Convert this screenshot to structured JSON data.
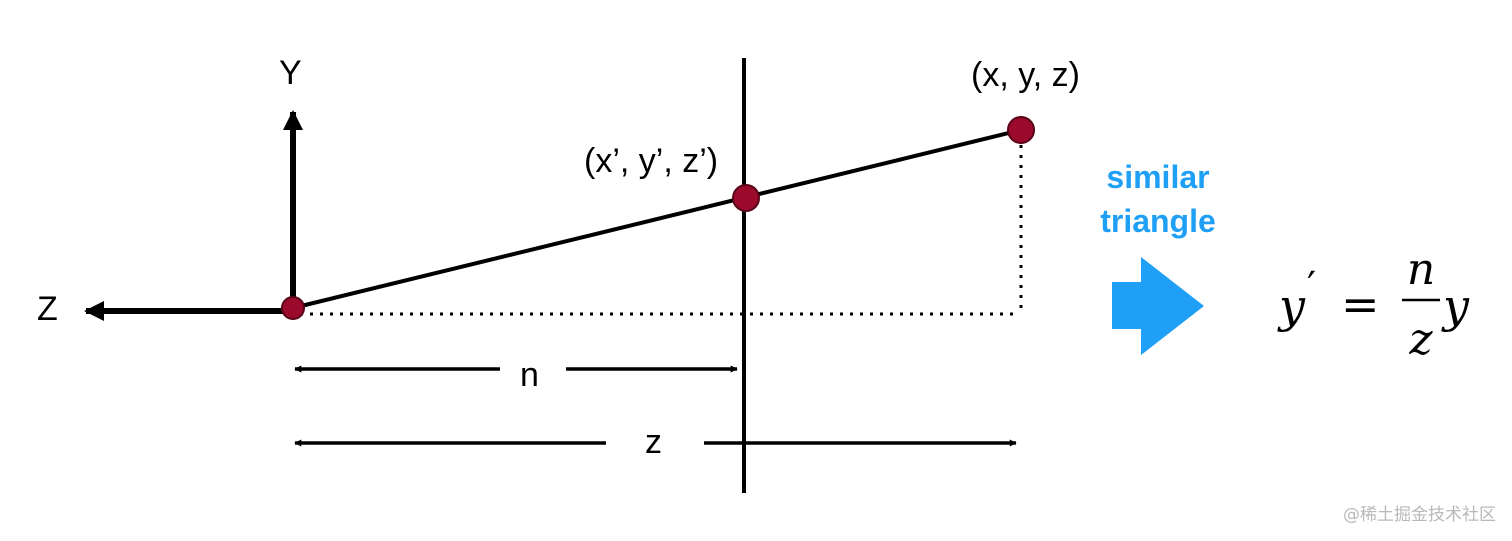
{
  "labels": {
    "y_axis": "Y",
    "z_axis": "Z",
    "point_far": "(x, y, z)",
    "point_near": "(x’, y’, z’)",
    "dist_near": "n",
    "dist_far": "z"
  },
  "callout": {
    "line1": "similar",
    "line2": "triangle"
  },
  "formula": {
    "lhs": "y",
    "prime": "′",
    "equals": "=",
    "numerator": "n",
    "denominator": "z",
    "rhs": "y"
  },
  "watermark": "@稀土掘金技术社区",
  "colors": {
    "point_fill": "#9b0a2c",
    "point_stroke": "#5a0418",
    "accent": "#1fa0f6",
    "ink": "#000000"
  }
}
